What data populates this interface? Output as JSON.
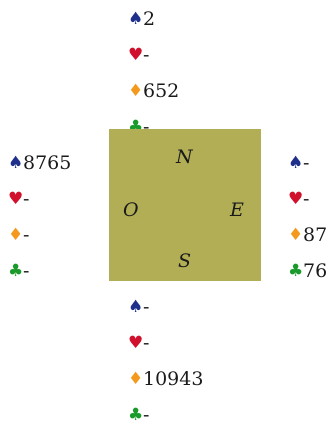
{
  "colors": {
    "spades": "#1f2f8c",
    "hearts": "#d0102c",
    "diamonds": "#f39a1e",
    "clubs": "#1a9a2a",
    "table": "#b1ae55"
  },
  "suit_symbols": {
    "spades": "♠",
    "hearts": "♥",
    "diamonds": "♦",
    "clubs": "♣"
  },
  "table": {
    "north": "N",
    "east": "E",
    "south": "S",
    "west": "O"
  },
  "hands": {
    "north": {
      "spades": "2",
      "hearts": "-",
      "diamonds": "652",
      "clubs": "-"
    },
    "west": {
      "spades": "8765",
      "hearts": "-",
      "diamonds": "-",
      "clubs": "-"
    },
    "east": {
      "spades": "-",
      "hearts": "-",
      "diamonds": "87",
      "clubs": "76"
    },
    "south": {
      "spades": "-",
      "hearts": "-",
      "diamonds": "10943",
      "clubs": "-"
    }
  }
}
